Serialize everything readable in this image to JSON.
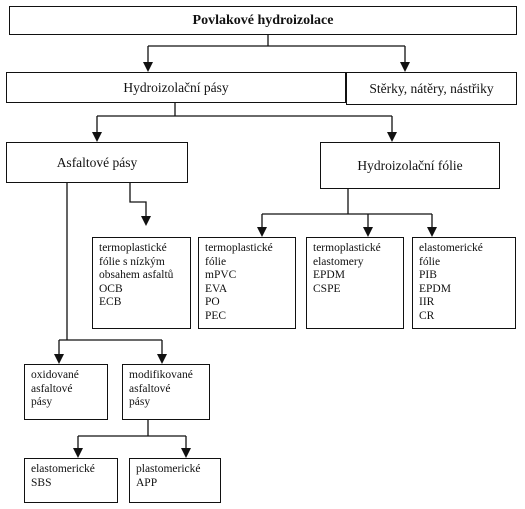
{
  "root": "Povlakové hydroizolace",
  "level1": {
    "left": "Hydroizolační pásy",
    "right": "Stěrky, nátěry, nástřiky"
  },
  "level2": {
    "left": "Asfaltové pásy",
    "right": "Hydroizolační fólie"
  },
  "foils": [
    [
      "termoplastické",
      "fólie s nízkým",
      "obsahem asfaltů",
      "OCB",
      "ECB"
    ],
    [
      "termoplastické",
      "fólie",
      "mPVC",
      "EVA",
      "PO",
      "PEC"
    ],
    [
      "termoplastické",
      "elastomery",
      "EPDM",
      "CSPE"
    ],
    [
      "elastomerické",
      "fólie",
      "PIB",
      "EPDM",
      "IIR",
      "CR"
    ]
  ],
  "asphalt": {
    "oxidized": [
      "oxidované",
      "asfaltové",
      "pásy"
    ],
    "modified": [
      "modifikované",
      "asfaltové",
      "pásy"
    ]
  },
  "modified_types": {
    "elastomeric": [
      "elastomerické",
      "SBS"
    ],
    "plastomeric": [
      "plastomerické",
      "APP"
    ]
  }
}
